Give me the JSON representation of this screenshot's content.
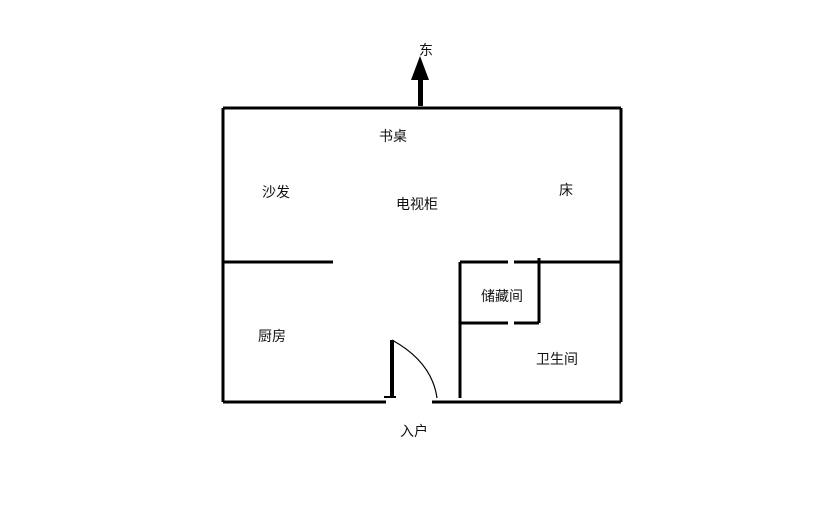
{
  "compass": {
    "label": "东",
    "icon": "arrow-up-icon"
  },
  "rooms": {
    "desk": "书桌",
    "sofa": "沙发",
    "tv_cabinet": "电视柜",
    "bed": "床",
    "storage": "储藏间",
    "kitchen": "厨房",
    "bathroom": "卫生间"
  },
  "entrance": "入户",
  "colors": {
    "wall": "#000000",
    "background": "#ffffff"
  }
}
